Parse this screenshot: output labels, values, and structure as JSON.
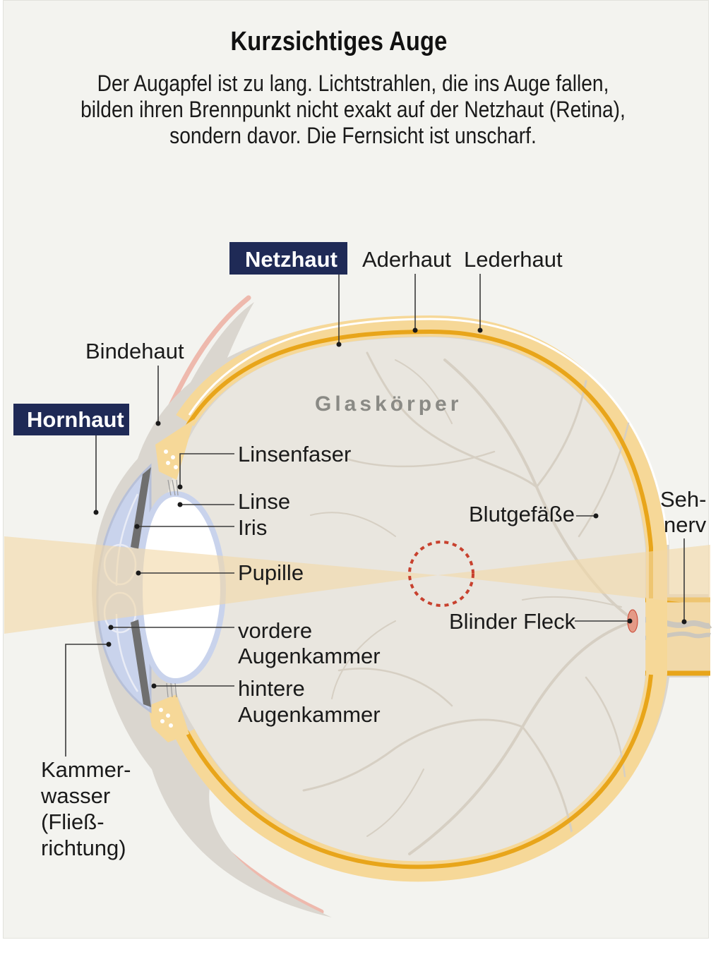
{
  "title": "Kurzsichtiges Auge",
  "subtitle": [
    "Der Augapfel ist zu lang. Lichtstrahlen, die ins Auge fallen,",
    "bilden ihren Brennpunkt nicht exakt auf der Netzhaut (Retina),",
    "sondern davor. Die Fernsicht ist unscharf."
  ],
  "labels": {
    "netzhaut": "Netzhaut",
    "aderhaut": "Aderhaut",
    "lederhaut": "Lederhaut",
    "bindehaut": "Bindehaut",
    "hornhaut": "Hornhaut",
    "glaskoerper": "Glaskörper",
    "linsenfaser": "Linsenfaser",
    "linse": "Linse",
    "iris": "Iris",
    "pupille": "Pupille",
    "blutgefaesse": "Blutgefäße",
    "sehnerv": [
      "Seh-",
      "nerv"
    ],
    "blinder_fleck": "Blinder Fleck",
    "vordere_augenkammer": [
      "vordere",
      "Augenkammer"
    ],
    "hintere_augenkammer": [
      "hintere",
      "Augenkammer"
    ],
    "kammerwasser": [
      "Kammer-",
      "wasser",
      "(Fließ-",
      "richtung)"
    ]
  },
  "colors": {
    "sclera": "#dad6cf",
    "choroid": "#f6d898",
    "retina": "#e8a51a",
    "vitreous": "#e9e6df",
    "light_beam": "#f2d9a8",
    "label_box": "#1f2a56",
    "focus_circle": "#c8412e",
    "conjunctiva": "#eeb9ad",
    "cornea_chamber": "#c9d3ec",
    "lens": "#ffffff"
  }
}
